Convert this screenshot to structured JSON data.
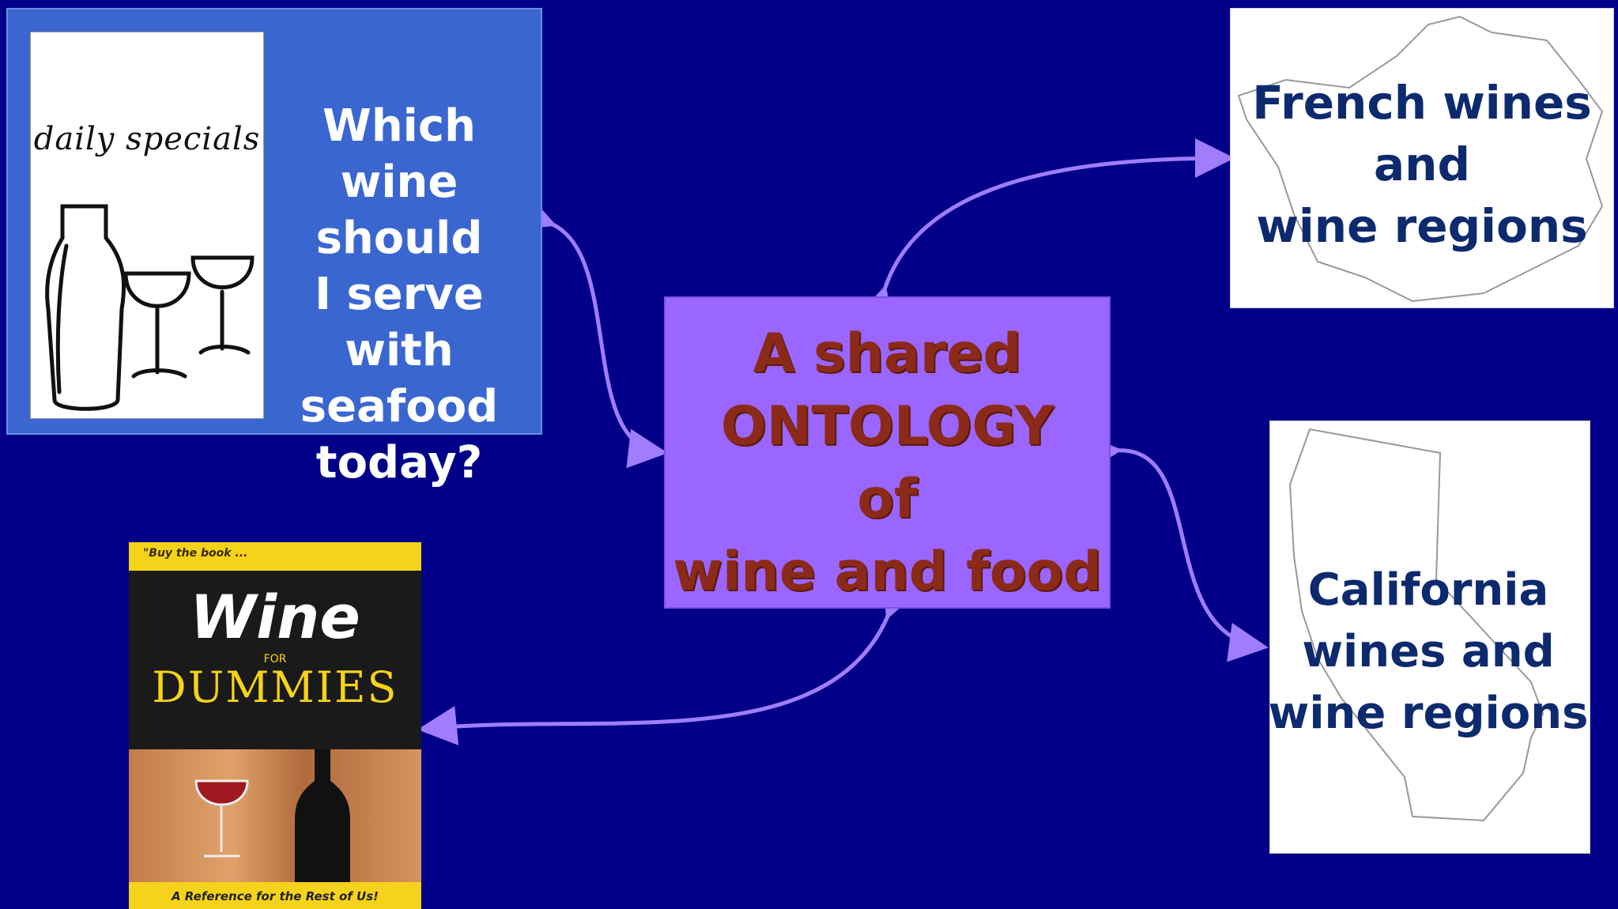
{
  "query_panel": {
    "specials_title": "daily specials",
    "question_lines": [
      "Which wine",
      "should",
      "I serve with",
      "seafood",
      "today?"
    ]
  },
  "ontology": {
    "lines": [
      "A shared",
      "ONTOLOGY",
      "of",
      "wine and food"
    ]
  },
  "french": {
    "lines": [
      "French wines",
      "and",
      "wine regions"
    ]
  },
  "california": {
    "lines": [
      "California",
      "wines and",
      "wine regions"
    ]
  },
  "book": {
    "quote": "\"Buy the book ...",
    "title": "Wine",
    "for": "FOR",
    "series": "DUMMIES",
    "tagline": "A Reference for the Rest of Us!"
  },
  "colors": {
    "background": "#020088",
    "arrow": "#a07cff",
    "ontology_fill": "#9a66ff",
    "ontology_text": "#8b2a18",
    "panel_text": "#0d2a6e"
  }
}
